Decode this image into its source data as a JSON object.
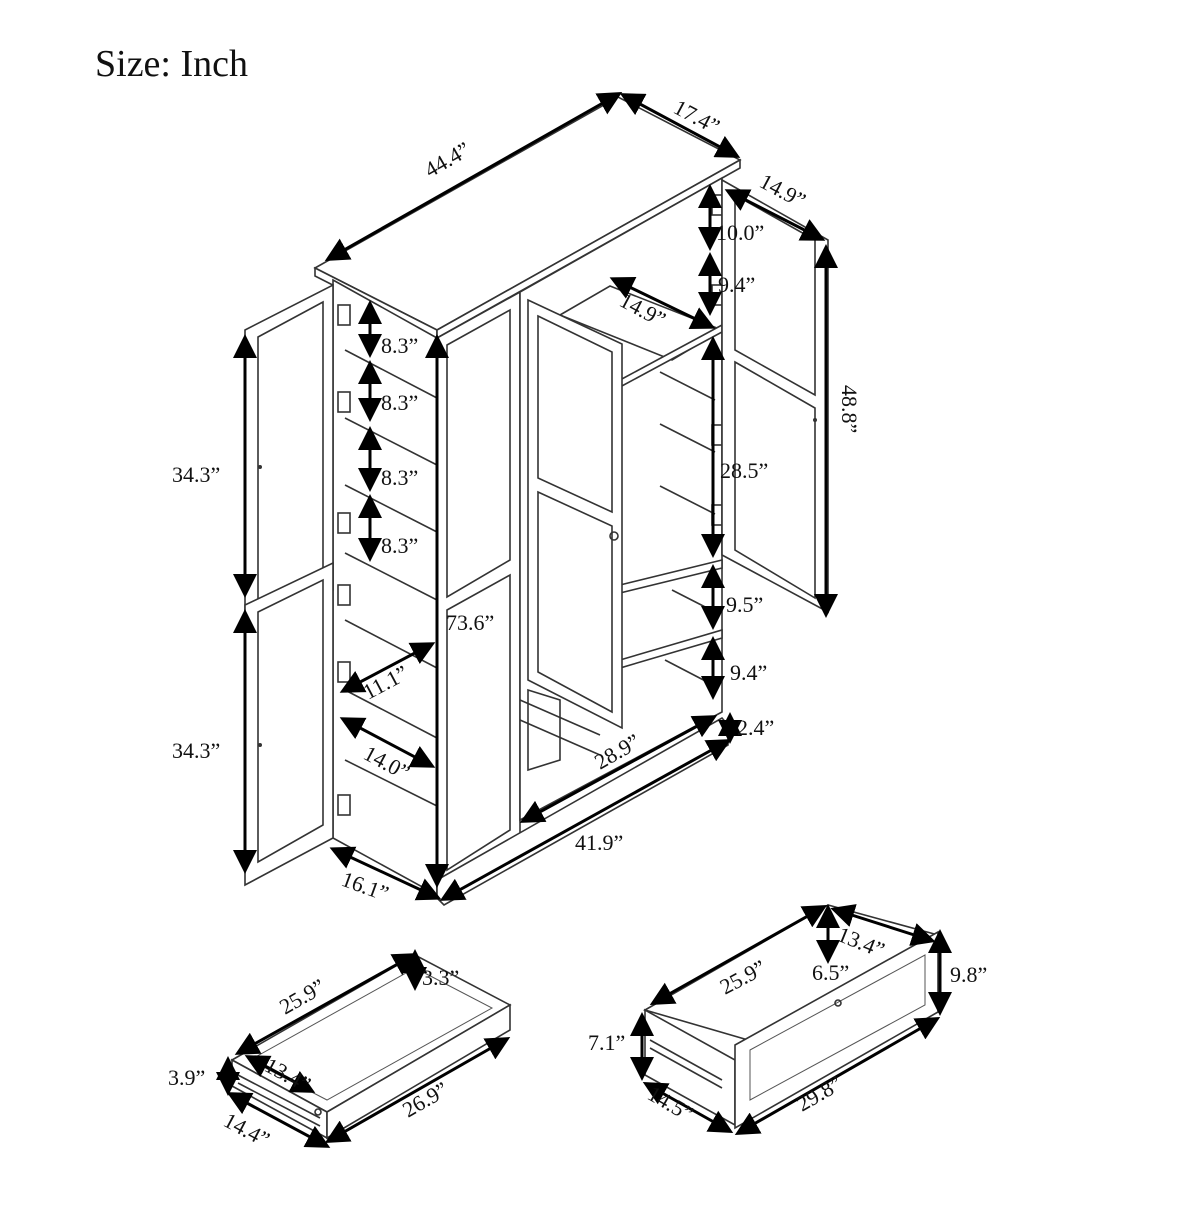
{
  "title": "Size: Inch",
  "dimensions": {
    "top_width": "44.4”",
    "top_depth": "17.4”",
    "right_door_width": "14.9”",
    "right_top_shelf": "10.0”",
    "right_second_shelf": "9.4”",
    "right_shelf_depth": "14.9”",
    "right_door_height": "48.8”",
    "left_shelf_1": "8.3”",
    "left_shelf_2": "8.3”",
    "left_shelf_3": "8.3”",
    "left_shelf_4": "8.3”",
    "upper_left_door_height": "34.3”",
    "lower_left_door_height": "34.3”",
    "overall_height": "73.6”",
    "hanging_height": "28.5”",
    "lower_right_shelf_1": "9.5”",
    "lower_right_shelf_2": "9.4”",
    "base_height": "2.4”",
    "left_shelf_depth_a": "11.1”",
    "left_shelf_width_b": "14.0”",
    "inner_width": "28.9”",
    "base_width": "41.9”",
    "left_depth": "16.1”"
  },
  "small_drawer": {
    "length": "25.9”",
    "height": "3.3”",
    "inner_width": "13.4”",
    "front_height": "3.9”",
    "front_width": "14.4”",
    "overall_length": "26.9”"
  },
  "large_drawer": {
    "length": "25.9”",
    "inner_depth": "13.4”",
    "inner_height": "6.5”",
    "front_height": "9.8”",
    "side_height": "7.1”",
    "front_width": "14.5”",
    "overall_length": "29.8”"
  }
}
